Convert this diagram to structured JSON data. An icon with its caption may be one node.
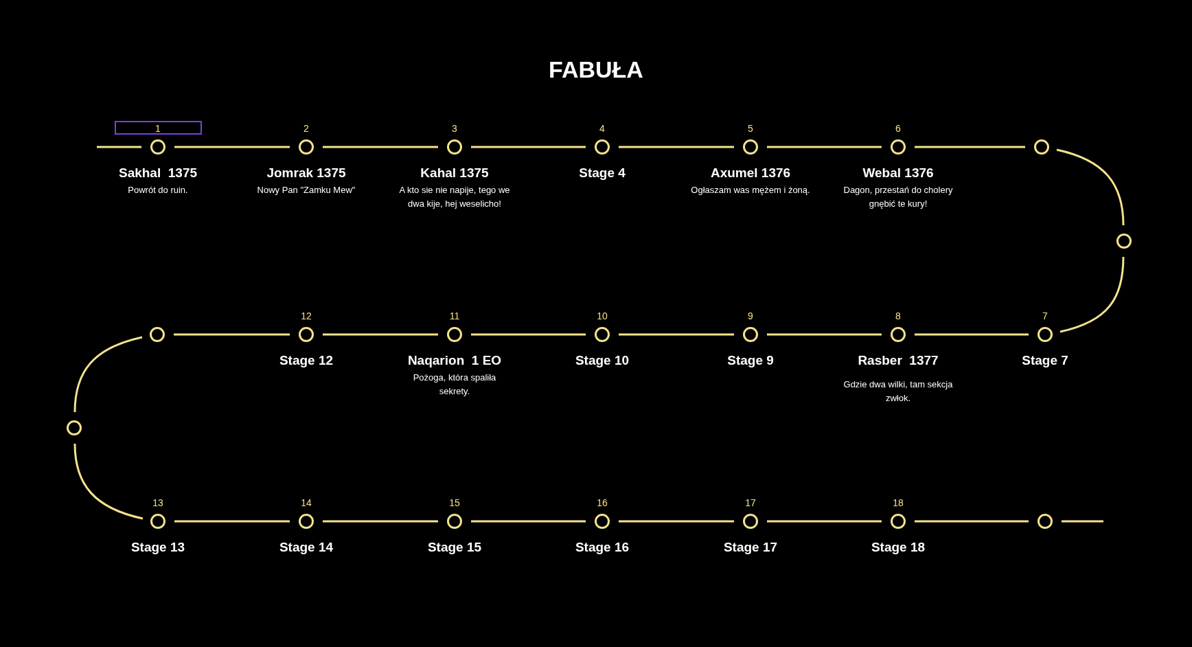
{
  "diagram": {
    "title": "FABUŁA",
    "nodes": [
      {
        "text": [
          "1",
          "Sakhal  1375",
          "Powrót do ruin."
        ]
      },
      {
        "text": [
          "2",
          "Jomrak 1375",
          "Nowy Pan \"Zamku Mew\""
        ]
      },
      {
        "text": [
          "3",
          "Kahal 1375",
          "A kto sie nie napije, tego we dwa kije, hej weselicho!"
        ]
      },
      {
        "text": [
          "4",
          "Stage 4"
        ]
      },
      {
        "text": [
          "5",
          "Axumel 1376",
          "Ogłaszam was mężem i żoną."
        ]
      },
      {
        "text": [
          "6",
          "Webal 1376",
          "Dagon, przestań do cholery gnębić te kury!"
        ]
      },
      {
        "text": [],
        "shape": "circle"
      },
      {
        "text": [],
        "shape": "circle"
      },
      {
        "text": [
          "7",
          "Stage 7"
        ]
      },
      {
        "text": [
          "8",
          "Rasber  1377",
          "Gdzie dwa wilki, tam sekcja zwłok."
        ]
      },
      {
        "text": [
          "9",
          "Stage 9"
        ]
      },
      {
        "text": [
          "10",
          "Stage 10"
        ]
      },
      {
        "text": [
          "11",
          "Naqarion  1 EO",
          "Pożoga, która spaliła sekrety."
        ]
      },
      {
        "text": [
          "12",
          "Stage 12"
        ]
      },
      {
        "text": [],
        "shape": "circle"
      },
      {
        "text": [],
        "shape": "circle"
      },
      {
        "text": [
          "13",
          "Stage 13"
        ]
      },
      {
        "text": [
          "14",
          "Stage 14"
        ]
      },
      {
        "text": [
          "15",
          "Stage 15"
        ]
      },
      {
        "text": [
          "16",
          "Stage 16"
        ]
      },
      {
        "text": [
          "17",
          "Stage 17"
        ]
      },
      {
        "text": [
          "18",
          "Stage 18"
        ]
      },
      {
        "text": [],
        "shape": "circle"
      }
    ],
    "edges": [
      {
        "from": null,
        "to": 0,
        "arrow": "none"
      },
      {
        "from": 0,
        "to": 1,
        "arrow": "none"
      },
      {
        "from": 1,
        "to": 2,
        "arrow": "none"
      },
      {
        "from": 2,
        "to": 3,
        "arrow": "none"
      },
      {
        "from": 3,
        "to": 4,
        "arrow": "none"
      },
      {
        "from": 4,
        "to": 5,
        "arrow": "none"
      },
      {
        "from": 5,
        "to": 6,
        "arrow": "none"
      },
      {
        "from": 6,
        "to": 7,
        "arrow": "none"
      },
      {
        "from": 7,
        "to": 8,
        "arrow": "none"
      },
      {
        "from": 8,
        "to": 9,
        "arrow": "none"
      },
      {
        "from": 9,
        "to": 10,
        "arrow": "none"
      },
      {
        "from": 10,
        "to": 11,
        "arrow": "none"
      },
      {
        "from": 11,
        "to": 12,
        "arrow": "none"
      },
      {
        "from": 12,
        "to": 13,
        "arrow": "none"
      },
      {
        "from": 13,
        "to": 14,
        "arrow": "none"
      },
      {
        "from": 14,
        "to": 15,
        "arrow": "none"
      },
      {
        "from": 15,
        "to": 16,
        "arrow": "none"
      },
      {
        "from": 16,
        "to": 17,
        "arrow": "none"
      },
      {
        "from": 17,
        "to": 18,
        "arrow": "none"
      },
      {
        "from": 18,
        "to": 19,
        "arrow": "none"
      },
      {
        "from": 19,
        "to": 20,
        "arrow": "none"
      },
      {
        "from": 20,
        "to": 21,
        "arrow": "none"
      },
      {
        "from": 21,
        "to": 22,
        "arrow": "none"
      },
      {
        "from": 22,
        "to": null,
        "arrow": "none"
      }
    ]
  }
}
